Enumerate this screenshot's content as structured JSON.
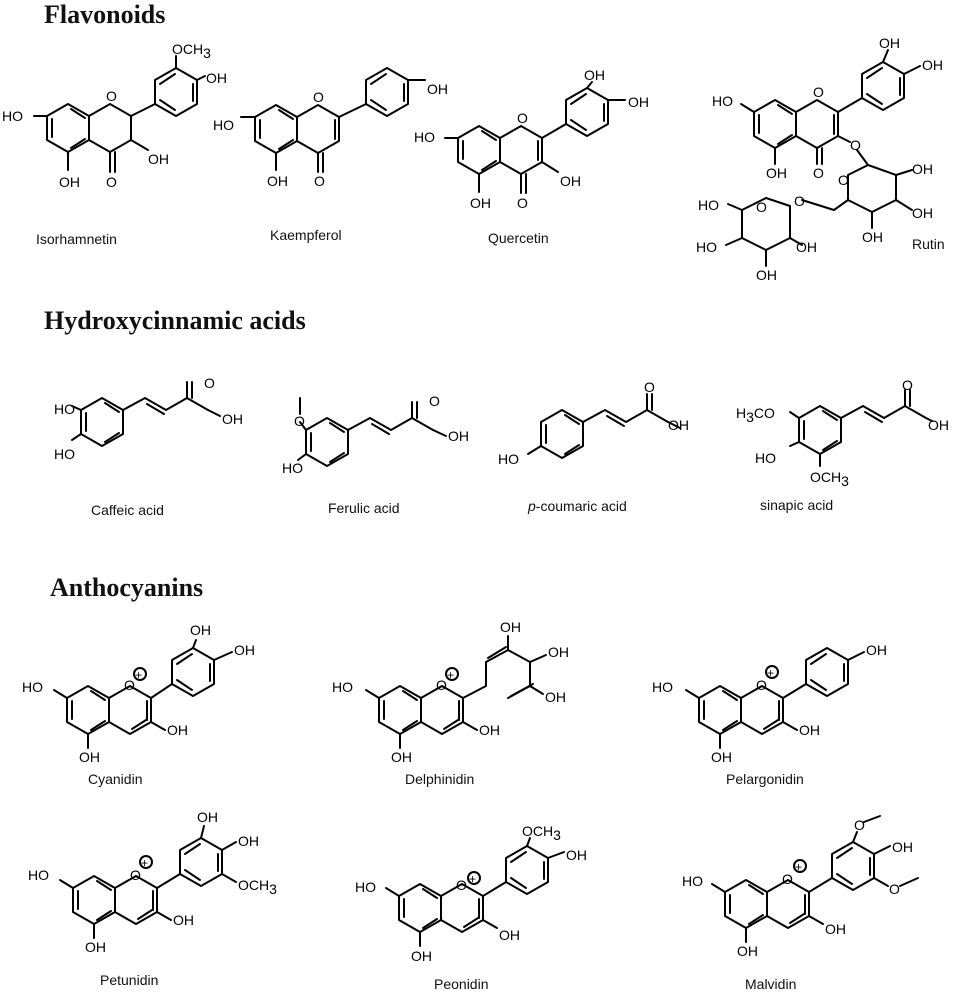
{
  "sections": {
    "flavonoids": "Flavonoids",
    "hydroxycinnamic": "Hydroxycinnamic acids",
    "anthocyanins": "Anthocyanins"
  },
  "compounds": {
    "isorhamnetin": "Isorhamnetin",
    "kaempferol": "Kaempferol",
    "quercetin": "Quercetin",
    "rutin": "Rutin",
    "caffeic": "Caffeic acid",
    "ferulic": "Ferulic acid",
    "pcoumaric_prefix": "p",
    "pcoumaric_rest": "-coumaric acid",
    "sinapic": "sinapic acid",
    "cyanidin": "Cyanidin",
    "delphinidin": "Delphinidin",
    "pelargonidin": "Pelargonidin",
    "petunidin": "Petunidin",
    "peonidin": "Peonidin",
    "malvidin": "Malvidin"
  },
  "atoms": {
    "oh": "OH",
    "ho": "HO",
    "o": "O",
    "och3": "OCH3",
    "h3co": "H3CO",
    "plus": "+"
  }
}
